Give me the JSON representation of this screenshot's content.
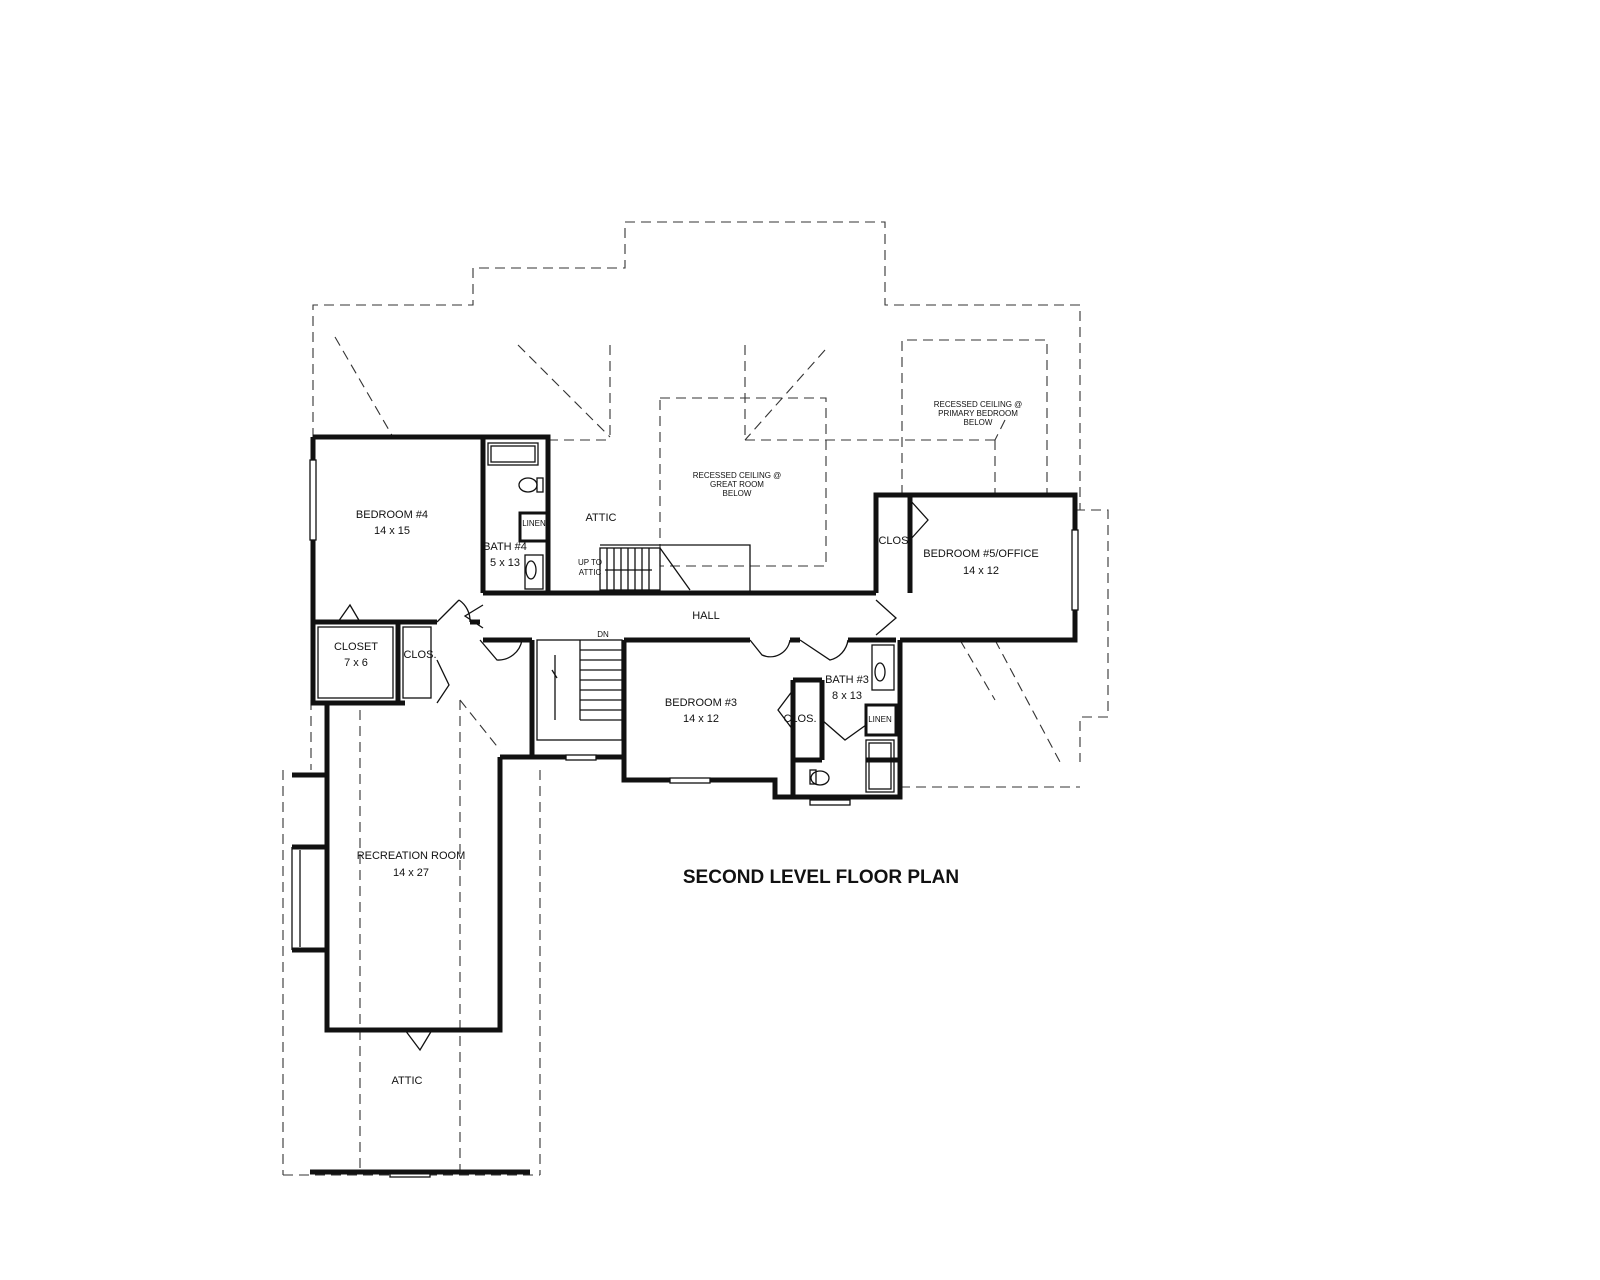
{
  "title": "SECOND LEVEL FLOOR PLAN",
  "rooms": {
    "bedroom4": {
      "name": "BEDROOM #4",
      "size": "14 x 15"
    },
    "bath4": {
      "name": "BATH #4",
      "size": "5 x 13"
    },
    "linen4": {
      "name": "LINEN"
    },
    "closet": {
      "name": "CLOSET",
      "size": "7 x 6"
    },
    "clos_a": {
      "name": "CLOS."
    },
    "attic_top": {
      "name": "ATTIC"
    },
    "up_to_attic": {
      "line1": "UP TO",
      "line2": "ATTIC"
    },
    "hall": {
      "name": "HALL"
    },
    "dn": {
      "name": "DN"
    },
    "bedroom5": {
      "name": "BEDROOM #5/OFFICE",
      "size": "14 x 12"
    },
    "clos_b": {
      "name": "CLOS."
    },
    "bedroom3": {
      "name": "BEDROOM #3",
      "size": "14 x 12"
    },
    "clos_c": {
      "name": "CLOS."
    },
    "bath3": {
      "name": "BATH #3",
      "size": "8 x 13"
    },
    "linen3": {
      "name": "LINEN"
    },
    "recreation": {
      "name": "RECREATION ROOM",
      "size": "14 x 27"
    },
    "attic_bottom": {
      "name": "ATTIC"
    }
  },
  "notes": {
    "great_room": {
      "line1": "RECESSED CEILING @",
      "line2": "GREAT ROOM",
      "line3": "BELOW"
    },
    "primary_bedroom": {
      "line1": "RECESSED CEILING @",
      "line2": "PRIMARY BEDROOM",
      "line3": "BELOW"
    }
  }
}
